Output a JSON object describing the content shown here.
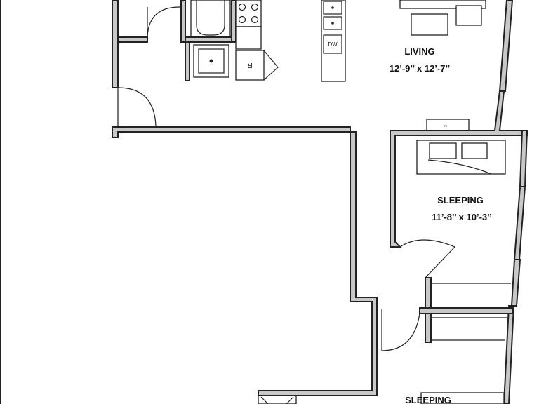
{
  "rooms": [
    {
      "name": "LIVING",
      "dims": "12’-9’’ x 12’-7’’"
    },
    {
      "name": "SLEEPING",
      "dims": "11’-8’’ x 10’-3’’"
    },
    {
      "name": "SLEEPING",
      "dims": ""
    }
  ],
  "fixtures": {
    "dishwasher": "DW",
    "refrigerator": "R",
    "tv": "TV"
  }
}
